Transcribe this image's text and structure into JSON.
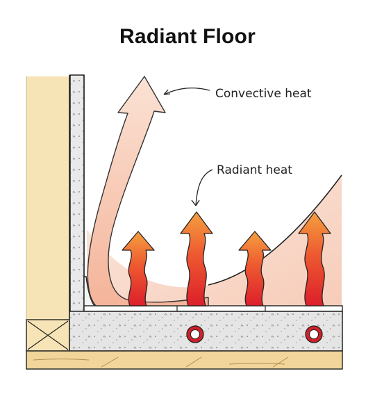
{
  "title": "Radiant Floor",
  "labels": {
    "convective": "Convective heat",
    "radiant": "Radiant heat"
  },
  "colors": {
    "wall_fill": "#f7e4b6",
    "heat_glow": "#f7d2c2",
    "convective_arrow": "#f2b89c",
    "radiant_arrow_top": "#f29a3a",
    "radiant_arrow_bottom": "#e0222e",
    "slab": "#e5e5e5",
    "subfloor": "#f1d59a",
    "pipe": "#d0202a"
  }
}
